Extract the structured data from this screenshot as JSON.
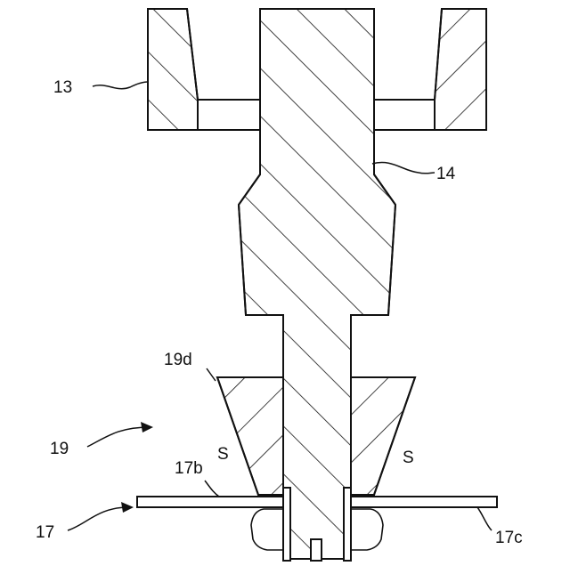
{
  "labels": {
    "l13": "13",
    "l14": "14",
    "l19d": "19d",
    "l19": "19",
    "lS_left": "S",
    "lS_right": "S",
    "l17b": "17b",
    "l17": "17",
    "l17c": "17c"
  }
}
